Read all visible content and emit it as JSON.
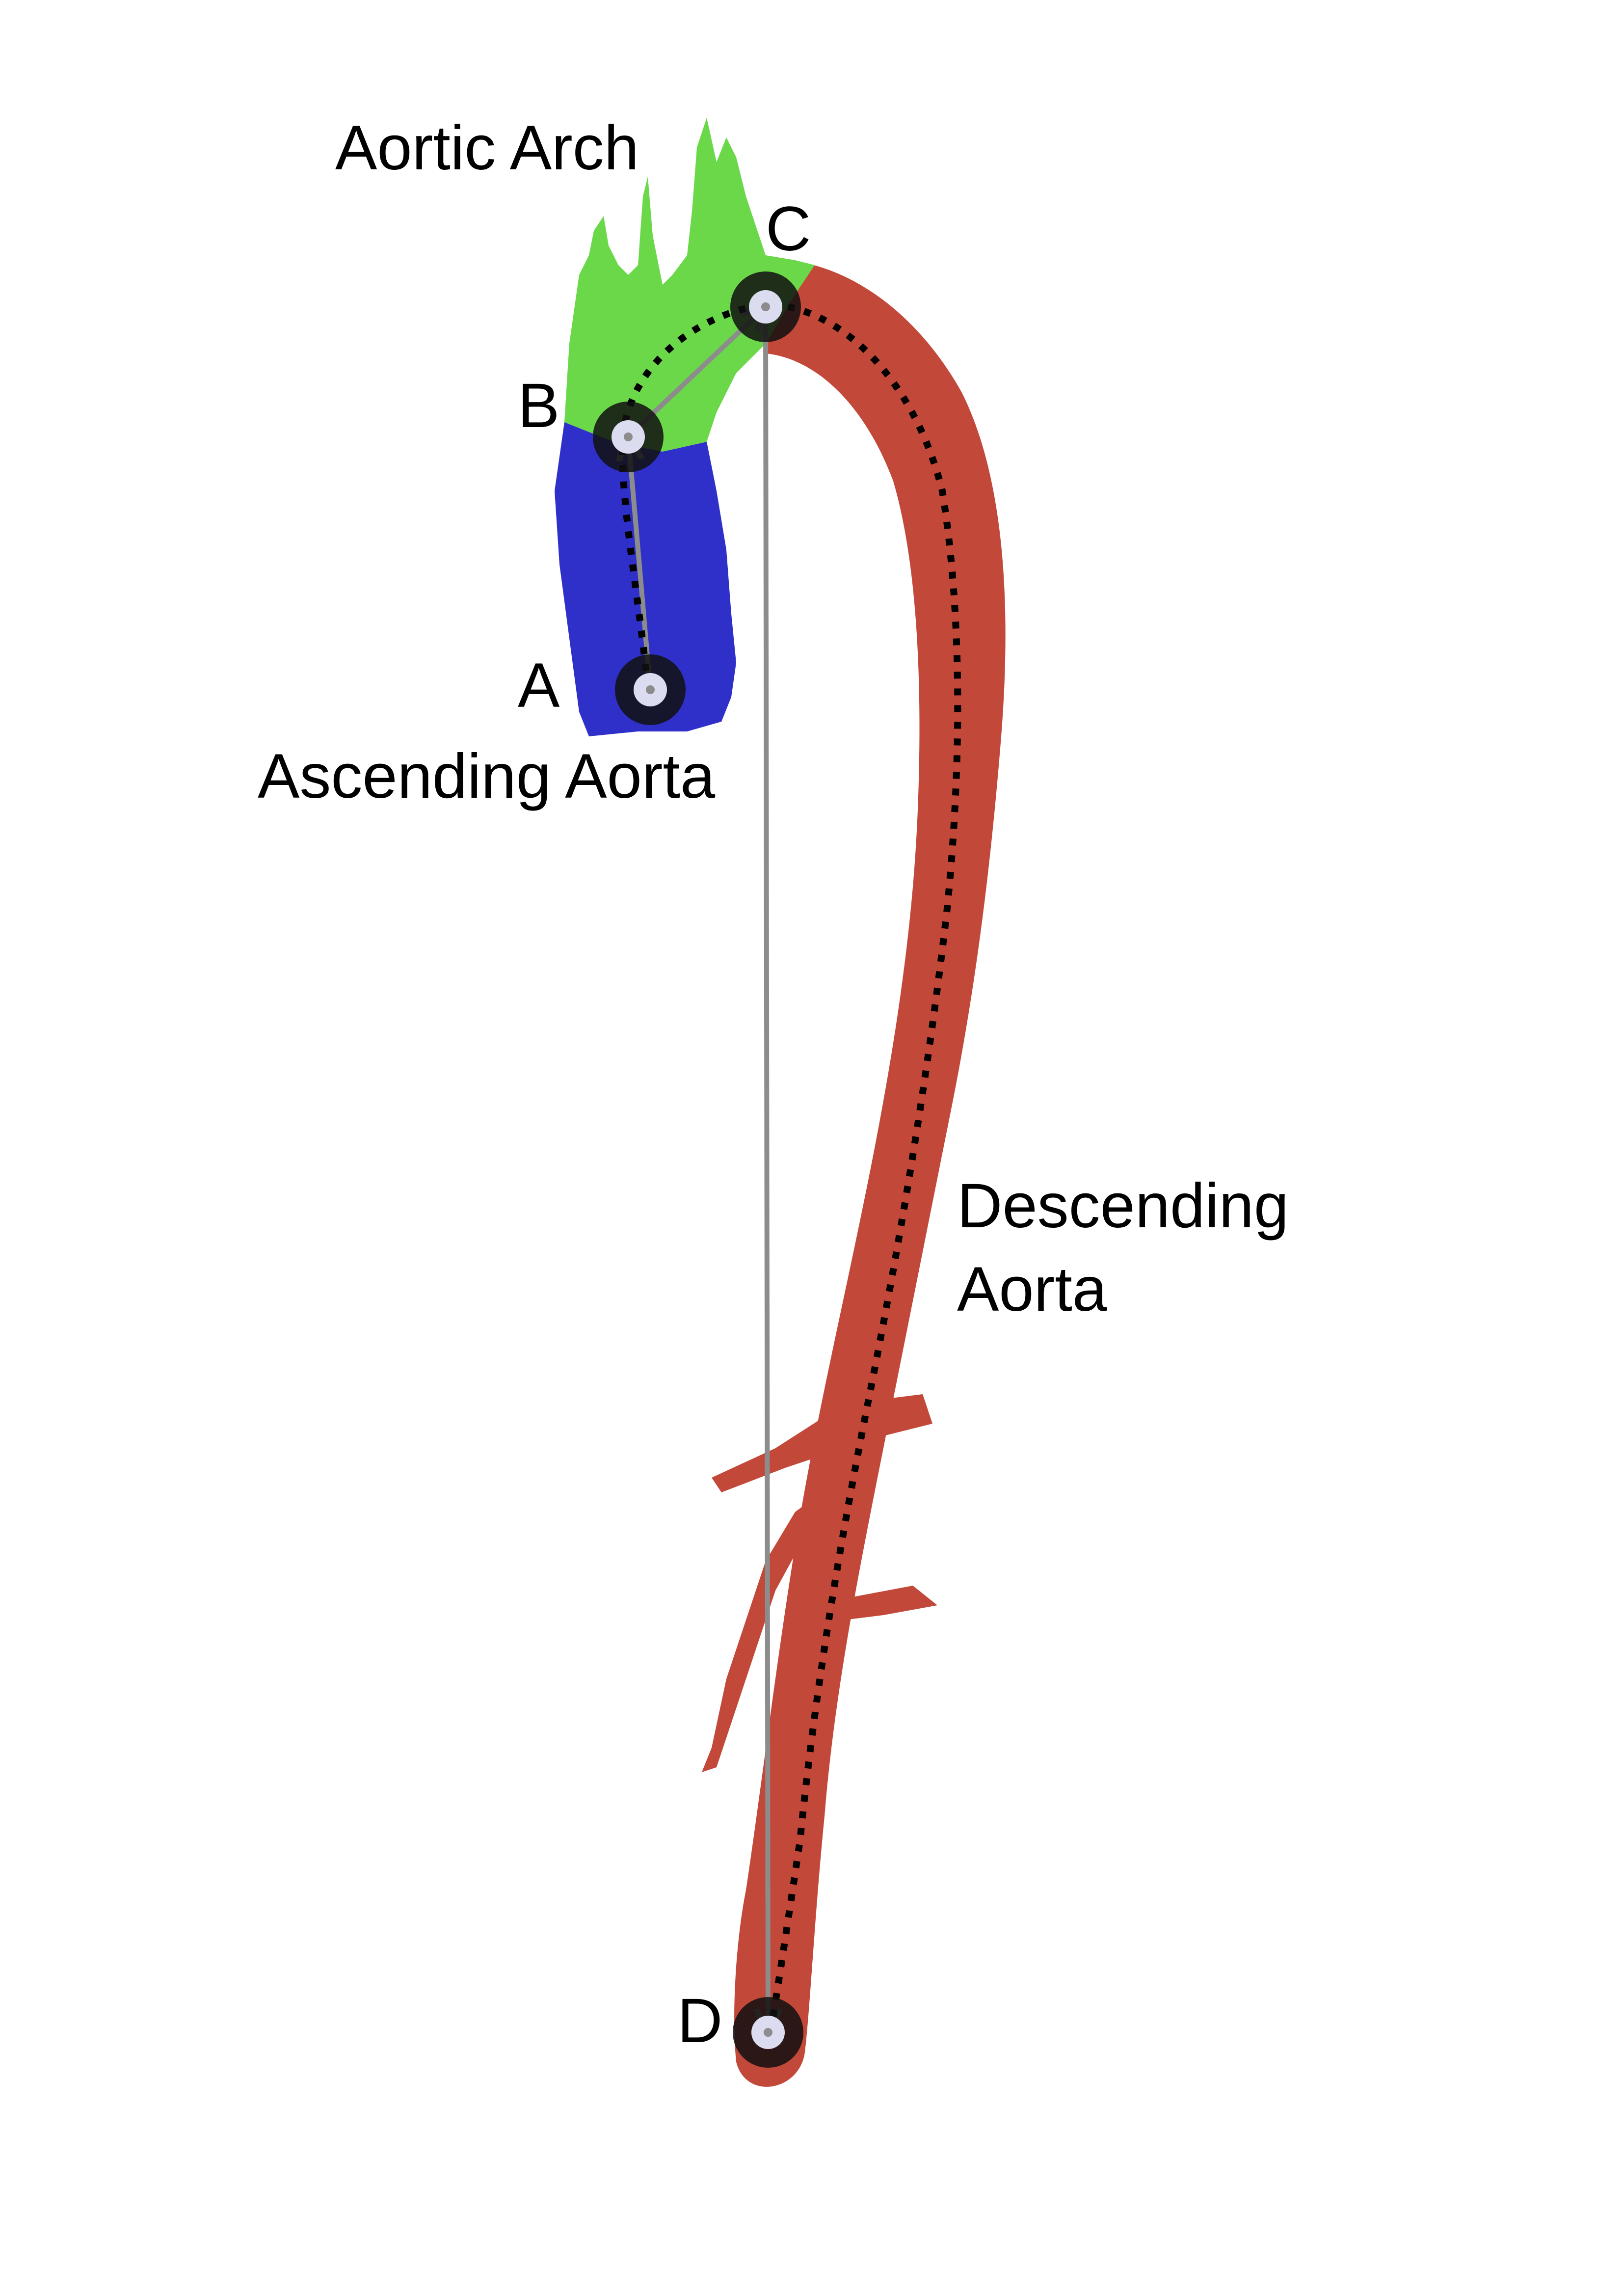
{
  "segments": {
    "ascending": {
      "label": "Ascending Aorta",
      "color": "#2f2fc9"
    },
    "arch": {
      "label": "Aortic Arch",
      "color": "#6bd84a"
    },
    "descending": {
      "label_line1": "Descending",
      "label_line2": "Aorta",
      "color": "#c2483a"
    }
  },
  "points": {
    "A": {
      "label": "A"
    },
    "B": {
      "label": "B"
    },
    "C": {
      "label": "C"
    },
    "D": {
      "label": "D"
    }
  },
  "lines": {
    "straight_color": "#8c8c8c",
    "centerline_color": "#000000"
  }
}
